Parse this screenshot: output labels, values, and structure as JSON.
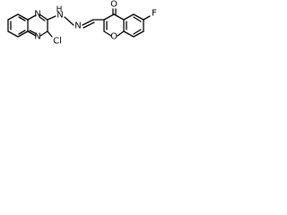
{
  "molecule": {
    "atoms": {
      "n_top": "N",
      "n_bottom": "N",
      "nh": "H",
      "n_hydrazone_nh": "N",
      "n_hydrazone": "N",
      "cl": "Cl",
      "o_carbonyl": "O",
      "o_ring": "O",
      "f": "F"
    }
  }
}
